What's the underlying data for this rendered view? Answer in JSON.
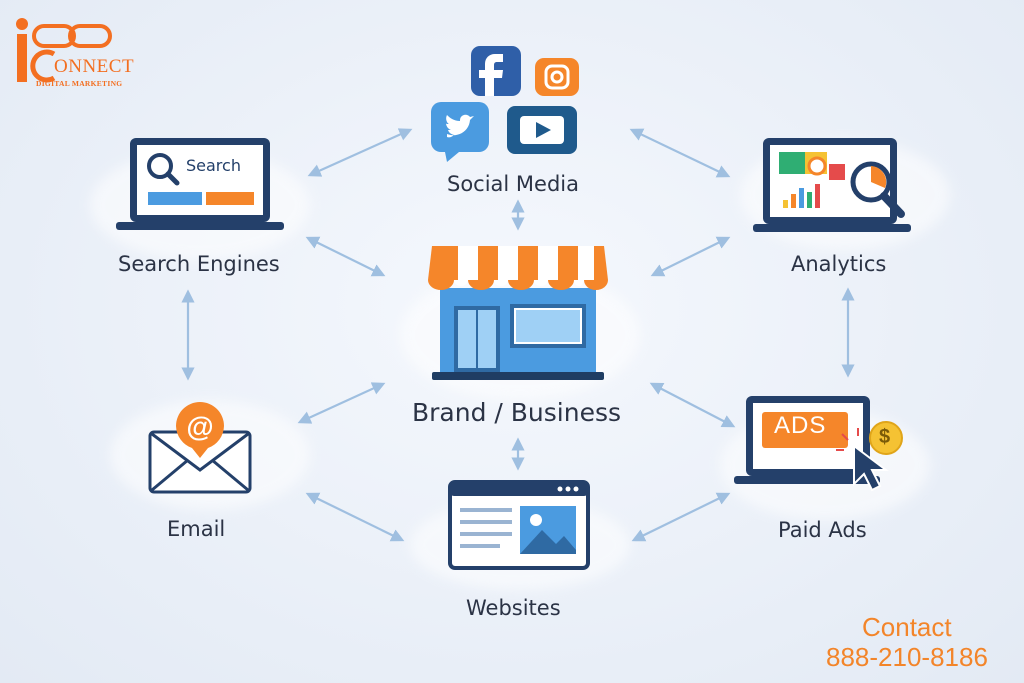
{
  "logo": {
    "wordmark": "ONNECT",
    "tagline": "DIGITAL MARKETING"
  },
  "center": {
    "label": "Brand / Business"
  },
  "nodes": {
    "social_media": {
      "label": "Social Media"
    },
    "search_engines": {
      "label": "Search Engines",
      "search_text": "Search"
    },
    "analytics": {
      "label": "Analytics"
    },
    "email": {
      "label": "Email"
    },
    "paid_ads": {
      "label": "Paid Ads",
      "ads_text": "ADS",
      "coin_symbol": "$"
    },
    "websites": {
      "label": "Websites"
    }
  },
  "contact": {
    "title": "Contact",
    "phone": "888-210-8186"
  },
  "colors": {
    "orange": "#f58426",
    "blue_dark": "#2f6aa3",
    "blue_light": "#4b9be0",
    "navy": "#1f3d63",
    "arrow": "#9fbfe0"
  }
}
